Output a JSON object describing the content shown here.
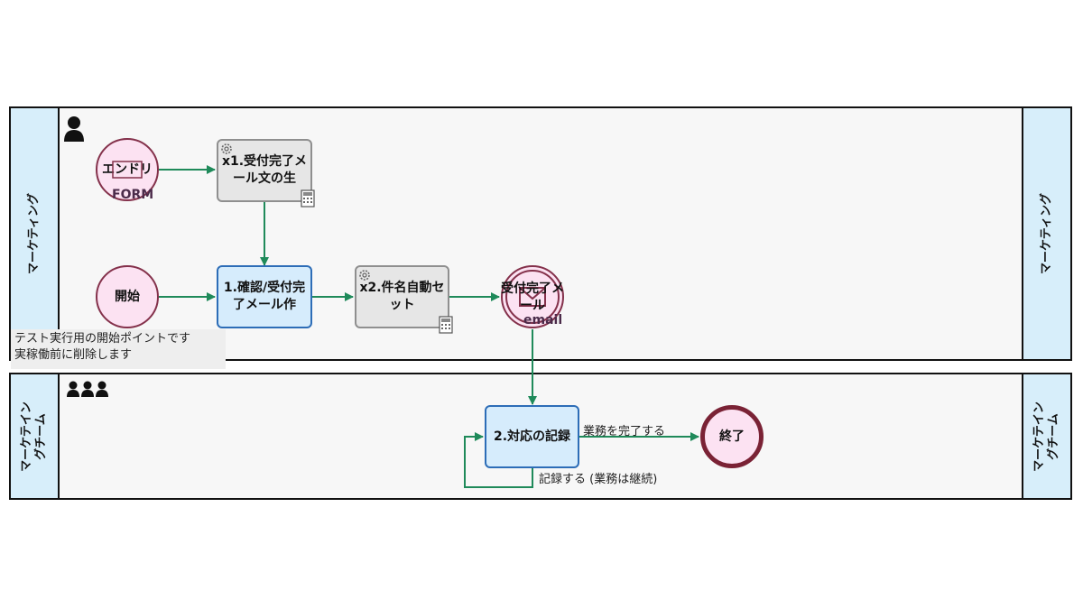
{
  "lanes": [
    {
      "title": "マーケティング",
      "icon": "person-icon"
    },
    {
      "title": "マーケテイン\nグチーム",
      "icon": "group-icon"
    }
  ],
  "nodes": {
    "entry": {
      "label": "エンドリ",
      "sub": "FORM"
    },
    "x1": {
      "label": "x1.受付完了メール文の生"
    },
    "start": {
      "label": "開始"
    },
    "task1": {
      "label": "1.確認/受付完了メール作"
    },
    "x2": {
      "label": "x2.件名自動セット"
    },
    "email": {
      "label": "受付完了メール",
      "sub": "email"
    },
    "task2": {
      "label": "2.対応の記録"
    },
    "end": {
      "label": "終了"
    }
  },
  "edges": {
    "complete": "業務を完了する",
    "record": "記録する (業務は継続)"
  },
  "note": {
    "line1": "テスト実行用の開始ポイントです",
    "line2": "実稼働前に削除します"
  },
  "colors": {
    "arrow": "#1f8a5a",
    "lane_header": "#d7eefa",
    "human_task": "#d6ecfc",
    "auto_task": "#e6e6e6",
    "event_fill": "#fce2f2"
  }
}
